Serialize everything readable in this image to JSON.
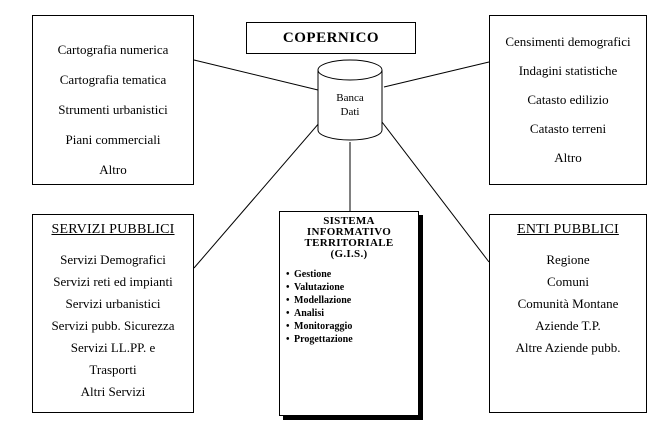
{
  "title_box": {
    "label": "COPERNICO"
  },
  "database": {
    "line1": "Banca",
    "line2": "Dati"
  },
  "left_top": {
    "items": [
      "Cartografia numerica",
      "Cartografia tematica",
      "Strumenti urbanistici",
      "Piani commerciali",
      "Altro"
    ]
  },
  "right_top": {
    "items": [
      "Censimenti demografici",
      "Indagini statistiche",
      "Catasto edilizio",
      "Catasto terreni",
      "Altro"
    ]
  },
  "left_bottom": {
    "title": "SERVIZI PUBBLICI",
    "items": [
      "Servizi Demografici",
      "Servizi reti ed impianti",
      "Servizi urbanistici",
      "Servizi pubb. Sicurezza",
      "Servizi LL.PP. e",
      "Trasporti",
      "Altri Servizi"
    ]
  },
  "right_bottom": {
    "title": "ENTI PUBBLICI",
    "items": [
      "Regione",
      "Comuni",
      "Comunità Montane",
      "Aziende T.P.",
      "Altre Aziende pubb."
    ]
  },
  "gis": {
    "head1": "SISTEMA",
    "head2": "INFORMATIVO",
    "head3": "TERRITORIALE",
    "head4": "(G.I.S.)",
    "items": [
      "Gestione",
      "Valutazione",
      "Modellazione",
      "Analisi",
      "Monitoraggio",
      "Progettazione"
    ]
  }
}
